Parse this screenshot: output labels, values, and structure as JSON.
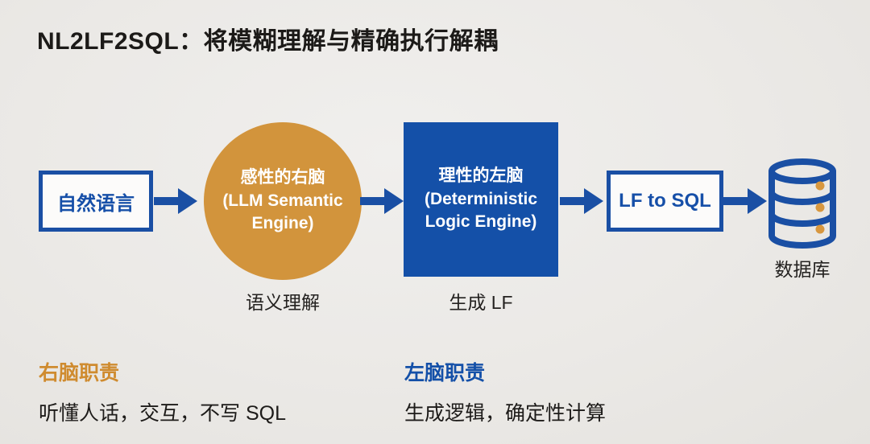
{
  "title": "NL2LF2SQL：将模糊理解与精确执行解耦",
  "colors": {
    "blue": "#1450a8",
    "blue_border": "#1a4fa4",
    "orange": "#d2943c",
    "orange_heading": "#cf8b2f",
    "background": "#ebe9e6",
    "text_dark": "#1d1b19",
    "white": "#ffffff"
  },
  "flow": {
    "input_box_label": "自然语言",
    "right_brain_node": {
      "line1": "感性的右脑",
      "line2": "(LLM Semantic",
      "line3": "Engine)",
      "caption": "语义理解"
    },
    "left_brain_node": {
      "line1": "理性的左脑",
      "line2": "(Deterministic",
      "line3": "Logic Engine)",
      "caption": "生成 LF"
    },
    "lf_box_label": "LF to SQL",
    "database_label": "数据库"
  },
  "notes": {
    "right_brain": {
      "heading": "右脑职责",
      "body": "听懂人话，交互，不写 SQL"
    },
    "left_brain": {
      "heading": "左脑职责",
      "body": "生成逻辑，确定性计算"
    }
  }
}
